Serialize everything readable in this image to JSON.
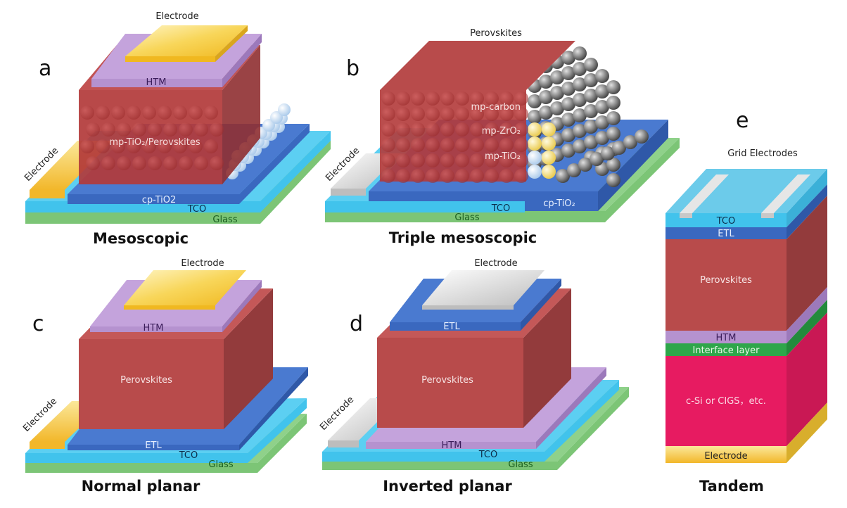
{
  "colors": {
    "glass": "#7cc576",
    "tco": "#41c3ec",
    "etl": "#3a68bf",
    "htm": "#b592cf",
    "perovskite": "#b84b4b",
    "perovskite_side": "#923a3c",
    "gold_electrode": "#f5c53a",
    "silver_electrode": "#d7d7d7",
    "carbon": "#808080",
    "zro2": "#f3dc7a",
    "tio2_particle": "#dbe9f7",
    "interface": "#2ea64a",
    "csi": "#e71b61"
  },
  "panels": {
    "a": {
      "letter": "a",
      "title": "Mesoscopic",
      "labels": {
        "top_electrode": "Electrode",
        "htm": "HTM",
        "absorber": "mp-TiO₂/Perovskites",
        "side_electrode": "Electrode",
        "cp": "cp-TiO2",
        "tco": "TCO",
        "glass": "Glass"
      }
    },
    "b": {
      "letter": "b",
      "title": "Triple mesoscopic",
      "labels": {
        "perovskites": "Perovskites",
        "carbon": "mp-carbon",
        "zro2": "mp-ZrO₂",
        "tio2": "mp-TiO₂",
        "side_electrode": "Electrode",
        "tco": "TCO",
        "cp": "cp-TiO₂",
        "glass": "Glass"
      }
    },
    "c": {
      "letter": "c",
      "title": "Normal planar",
      "labels": {
        "top_electrode": "Electrode",
        "htm": "HTM",
        "absorber": "Perovskites",
        "side_electrode": "Electrode",
        "etl": "ETL",
        "tco": "TCO",
        "glass": "Glass"
      }
    },
    "d": {
      "letter": "d",
      "title": "Inverted planar",
      "labels": {
        "top_electrode": "Electrode",
        "etl": "ETL",
        "absorber": "Perovskites",
        "side_electrode": "Electrode",
        "htm": "HTM",
        "tco": "TCO",
        "glass": "Glass"
      }
    },
    "e": {
      "letter": "e",
      "title": "Tandem",
      "labels": {
        "grid": "Grid Electrodes",
        "tco": "TCO",
        "etl": "ETL",
        "absorber": "Perovskites",
        "htm": "HTM",
        "interface": "Interface layer",
        "bottom_cell": "c-Si or CIGS，etc.",
        "electrode": "Electrode"
      }
    }
  }
}
